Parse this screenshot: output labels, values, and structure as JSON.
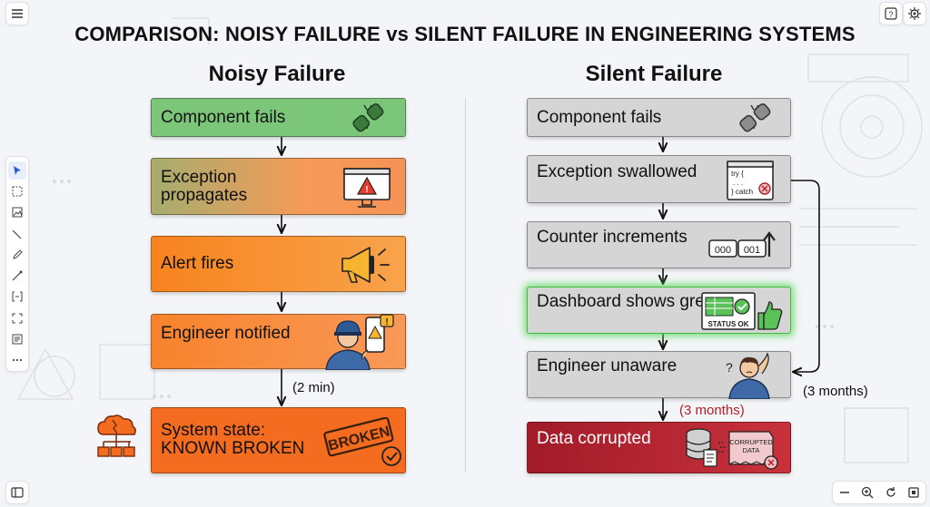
{
  "title": "COMPARISON: NOISY FAILURE vs SILENT FAILURE IN ENGINEERING SYSTEMS",
  "noisy": {
    "heading": "Noisy Failure",
    "steps": [
      {
        "label": "Component fails",
        "icon": "broken-link-icon"
      },
      {
        "label": "Exception propagates",
        "icon": "browser-warning-icon"
      },
      {
        "label": "Alert fires",
        "icon": "megaphone-icon"
      },
      {
        "label": "Engineer notified",
        "icon": "engineer-phone-icon"
      },
      {
        "label": "System state: KNOWN BROKEN",
        "icon": "broken-stamp-icon"
      }
    ],
    "delay_label": "(2 min)",
    "colors": [
      "#7cc67a",
      "#f39a55",
      "#f7892e",
      "#f7852f",
      "#f36c20"
    ]
  },
  "silent": {
    "heading": "Silent Failure",
    "steps": [
      {
        "label": "Component fails",
        "icon": "broken-link-icon"
      },
      {
        "label": "Exception swallowed",
        "icon": "try-catch-icon"
      },
      {
        "label": "Counter increments",
        "icon": "counter-icon"
      },
      {
        "label": "Dashboard shows green",
        "icon": "status-ok-icon"
      },
      {
        "label": "Engineer unaware",
        "icon": "confused-engineer-icon"
      },
      {
        "label": "Data corrupted",
        "icon": "corrupted-data-icon"
      }
    ],
    "delay_label": "(3 months)",
    "side_label": "(3 months)",
    "code": {
      "try": "try {",
      "dots": ". . .",
      "catch": "} catch"
    },
    "counter": {
      "a": "000",
      "b": "001"
    },
    "status_text": "STATUS OK",
    "stamp_text": "BROKEN",
    "corrupted_text": {
      "line1": "CORRUPTED",
      "line2": "DATA"
    },
    "colors": {
      "grey": "#d5d5d5",
      "green_glow": "#59d65a",
      "red": "#b01f2a"
    }
  }
}
